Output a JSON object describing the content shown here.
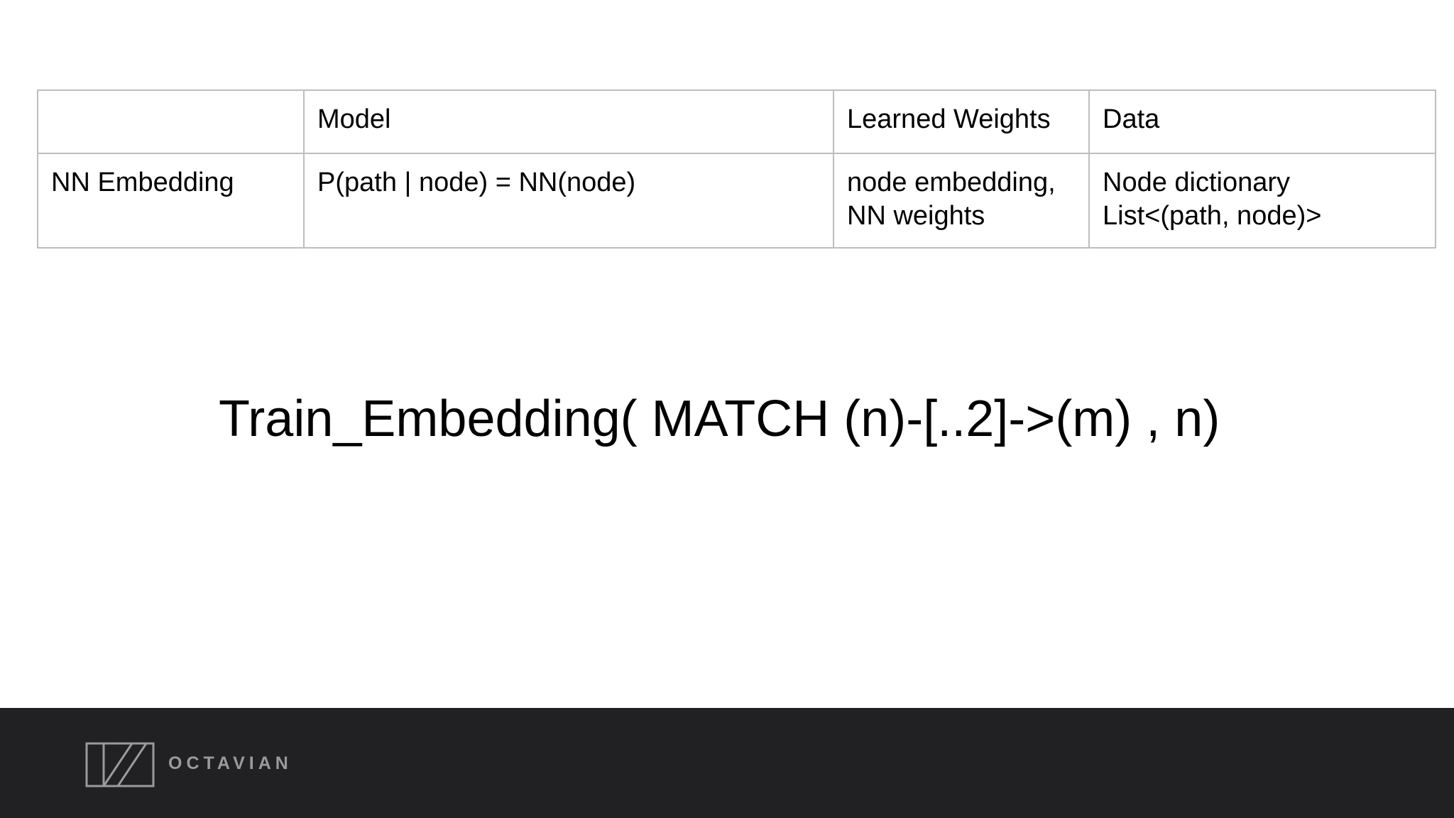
{
  "table": {
    "header": [
      "",
      "Model",
      "Learned Weights",
      "Data"
    ],
    "row": {
      "name": "NN Embedding",
      "model": "P(path | node) = NN(node)",
      "weights": [
        "node embedding,",
        "NN weights"
      ],
      "data": [
        "Node dictionary",
        "List<(path, node)>"
      ]
    }
  },
  "headline": "Train_Embedding( MATCH (n)-[..2]->(m) , n)",
  "footer": {
    "logo_text": "OCTAVIAN",
    "logo_icon": "octavian-logo-icon",
    "background_color": "#212124"
  }
}
